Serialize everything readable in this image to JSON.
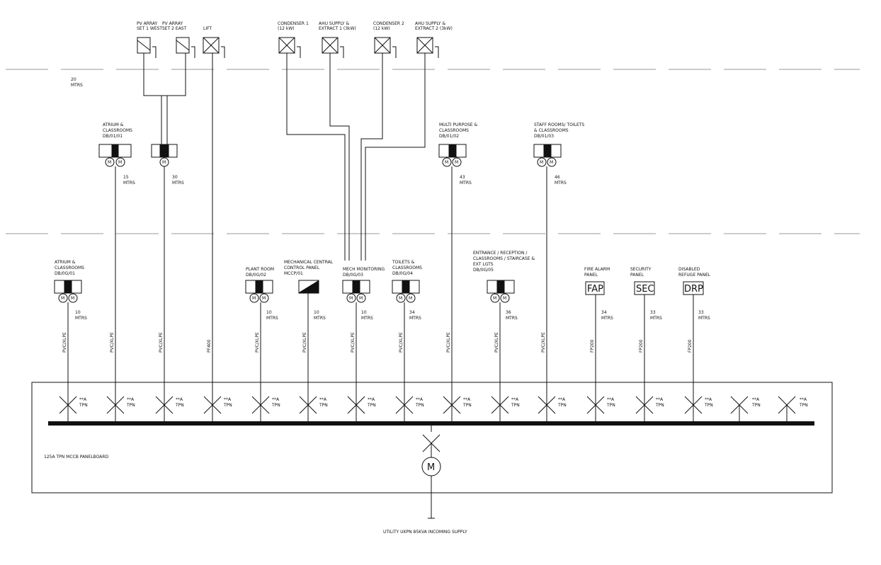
{
  "levels": {
    "upper_height": "20",
    "upper_height_unit": "MTRS"
  },
  "roof": [
    {
      "label": [
        "PV ARRAY",
        "SET 1 WEST"
      ]
    },
    {
      "label": [
        "PV ARRAY",
        "SET 2 EAST"
      ]
    },
    {
      "label": [
        "LIFT"
      ]
    },
    {
      "label": [
        "CONDENSER 1",
        "(12 kW)"
      ]
    },
    {
      "label": [
        "AHU SUPPLY &",
        "EXTRACT 1 (3kW)"
      ]
    },
    {
      "label": [
        "CONDENSER 2",
        "(12 kW)"
      ]
    },
    {
      "label": [
        "AHU SUPPLY &",
        "EXTRACT 2 (3kW)"
      ]
    }
  ],
  "first_floor": [
    {
      "label": [
        "ATRIUM &",
        "CLASSROOMS",
        "DB/01/01"
      ],
      "dist": "15",
      "unit": "MTRS"
    },
    {
      "label": [],
      "dist": "30",
      "unit": "MTRS"
    },
    {
      "label": [
        "MULTI PURPOSE &",
        "CLASSROOMS",
        "DB/01/02"
      ],
      "dist": "43",
      "unit": "MTRS"
    },
    {
      "label": [
        "STAFF ROOMS/ TOILETS",
        "& CLASSROOMS",
        "DB/01/03"
      ],
      "dist": "46",
      "unit": "MTRS"
    }
  ],
  "ground_floor": [
    {
      "label": [
        "ATRIUM &",
        "CLASSROOMS",
        "DB/0G/01"
      ],
      "dist": "10",
      "unit": "MTRS"
    },
    {
      "label": [
        "PLANT ROOM",
        "DB/0G/02"
      ],
      "dist": "10",
      "unit": "MTRS"
    },
    {
      "label": [
        "MECHANICAL CENTRAL",
        "CONTROL PANEL",
        "MCCP/01"
      ],
      "dist": "10",
      "unit": "MTRS"
    },
    {
      "label": [
        "MECH MONITORING",
        "DB/0G/03"
      ],
      "dist": "10",
      "unit": "MTRS"
    },
    {
      "label": [
        "TOILETS &",
        "CLASSROOMS",
        "DB/0G/04"
      ],
      "dist": "34",
      "unit": "MTRS"
    },
    {
      "label": [
        "ENTRANCE / RECEPTION /",
        "CLASSROOMS / STAIRCASE &",
        "EXT LGTS",
        "DB/0G/05"
      ],
      "dist": "36",
      "unit": "MTRS"
    },
    {
      "label": [
        "FIRE ALARM",
        "PANEL"
      ],
      "code": "FAP",
      "dist": "34",
      "unit": "MTRS"
    },
    {
      "label": [
        "SECURITY",
        "PANEL"
      ],
      "code": "SEC",
      "dist": "33",
      "unit": "MTRS"
    },
    {
      "label": [
        "DISABLED",
        "REFUGE PANEL"
      ],
      "code": "DRP",
      "dist": "33",
      "unit": "MTRS"
    }
  ],
  "cables": [
    "PVC/XLPE",
    "PVC/XLPE",
    "PVC/XLPE",
    "PF400",
    "PVC/XLPE",
    "PVC/XLPE",
    "PVC/XLPE",
    "PVC/XLPE",
    "PVC/XLPE",
    "PVC/XLPE",
    "PVC/XLPE",
    "FP200",
    "FP200",
    "FP200"
  ],
  "breaker": {
    "rating": "**A",
    "poles": "TPN"
  },
  "panelboard": {
    "name": "125A TPN MCCB PANELBOARD"
  },
  "meter": {
    "symbol": "M"
  },
  "supply": {
    "label": "UTILITY UKPN 85KVA INCOMING SUPPLY"
  },
  "db_meter_symbol": "M"
}
